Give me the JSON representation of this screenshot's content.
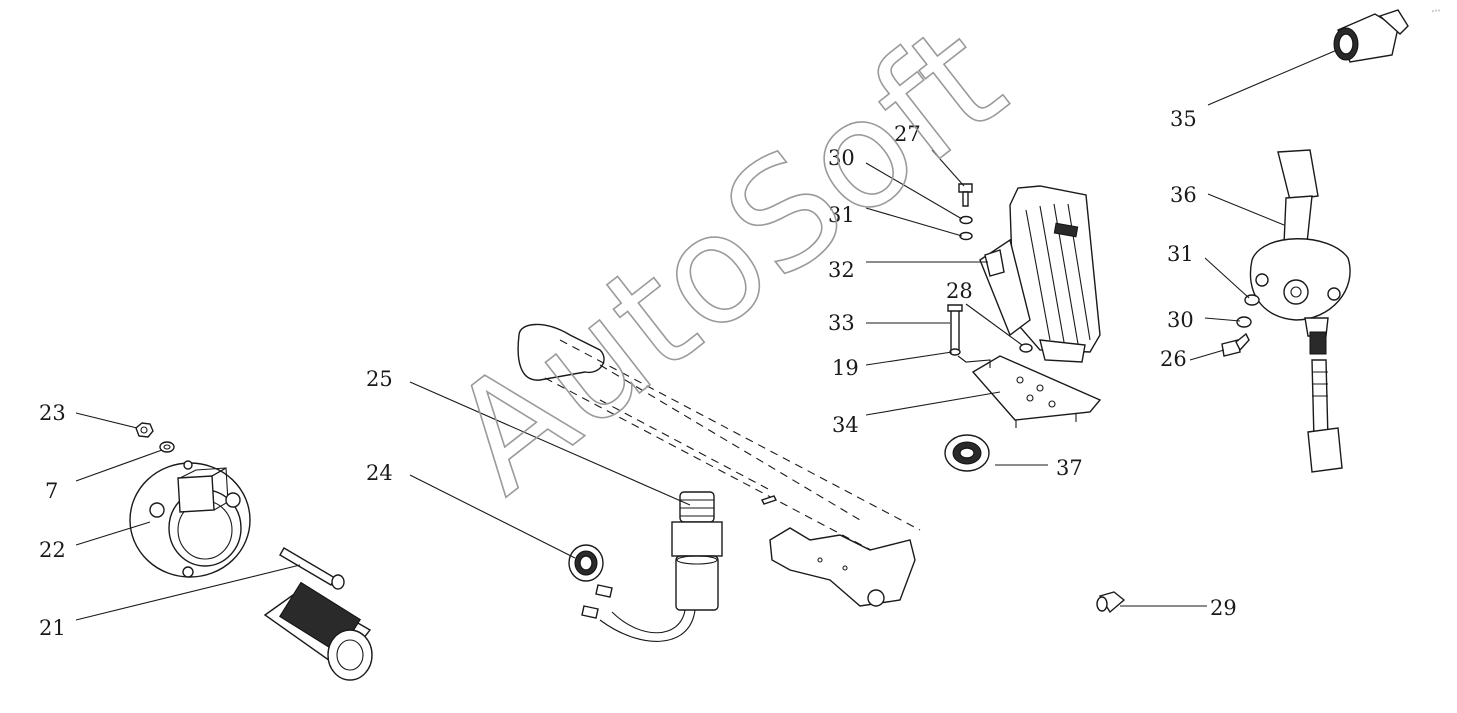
{
  "diagram": {
    "watermark": "AutoSoft",
    "corner_mark": "ᵖ°°",
    "callouts": [
      "23",
      "7",
      "22",
      "21",
      "24",
      "25",
      "27",
      "30",
      "31",
      "32",
      "33",
      "28",
      "19",
      "34",
      "37",
      "35",
      "36",
      "31",
      "30",
      "26",
      "29"
    ]
  }
}
